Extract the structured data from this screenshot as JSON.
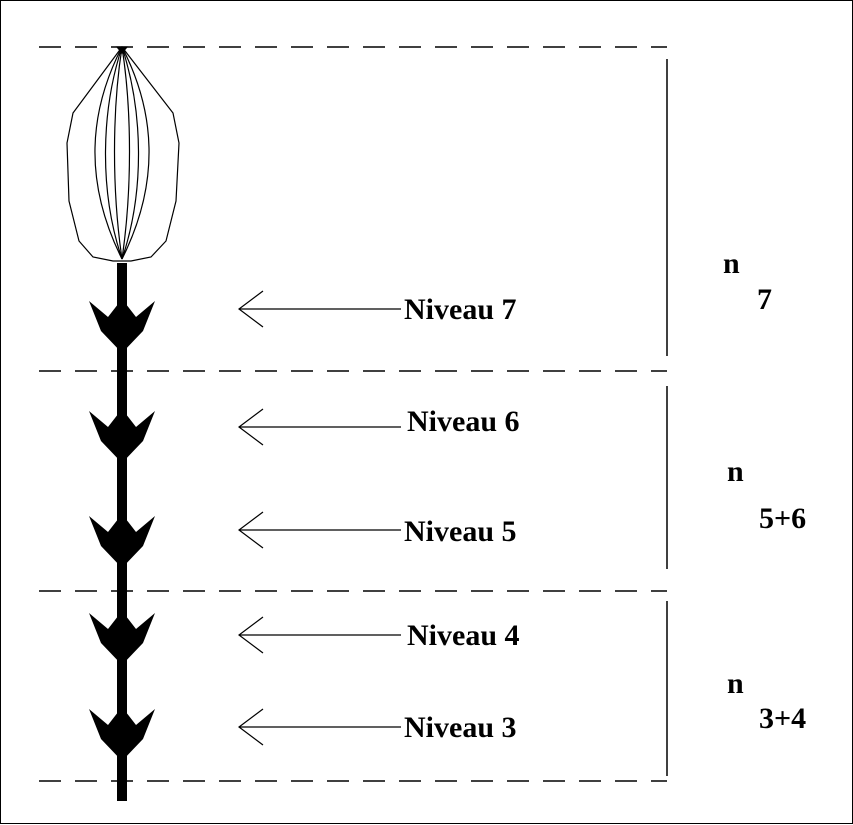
{
  "levels": [
    {
      "label": "Niveau 7"
    },
    {
      "label": "Niveau 6"
    },
    {
      "label": "Niveau 5"
    },
    {
      "label": "Niveau 4"
    },
    {
      "label": "Niveau 3"
    }
  ],
  "groups": [
    {
      "symbol": "n",
      "subscript": "7"
    },
    {
      "symbol": "n",
      "subscript": "5+6"
    },
    {
      "symbol": "n",
      "subscript": "3+4"
    }
  ]
}
